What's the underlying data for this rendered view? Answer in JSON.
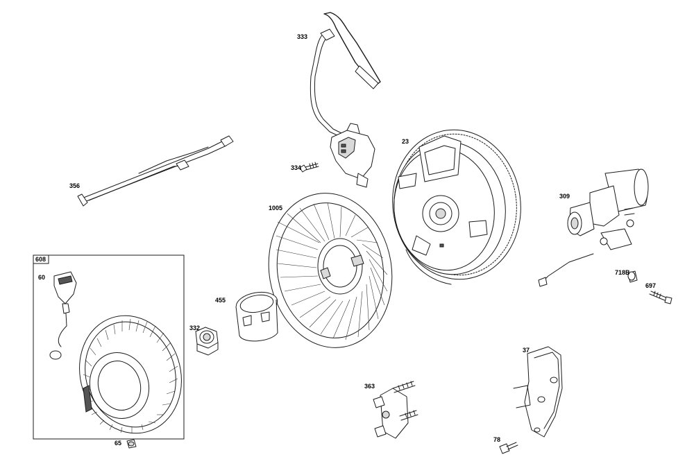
{
  "diagram": {
    "labels": {
      "p333": "333",
      "p356": "356",
      "p334": "334",
      "p23": "23",
      "p1005": "1005",
      "p309": "309",
      "p608": "608",
      "p60": "60",
      "p455": "455",
      "p332": "332",
      "p718B": "718B",
      "p697": "697",
      "p37": "37",
      "p363": "363",
      "p65": "65",
      "p78": "78"
    }
  }
}
